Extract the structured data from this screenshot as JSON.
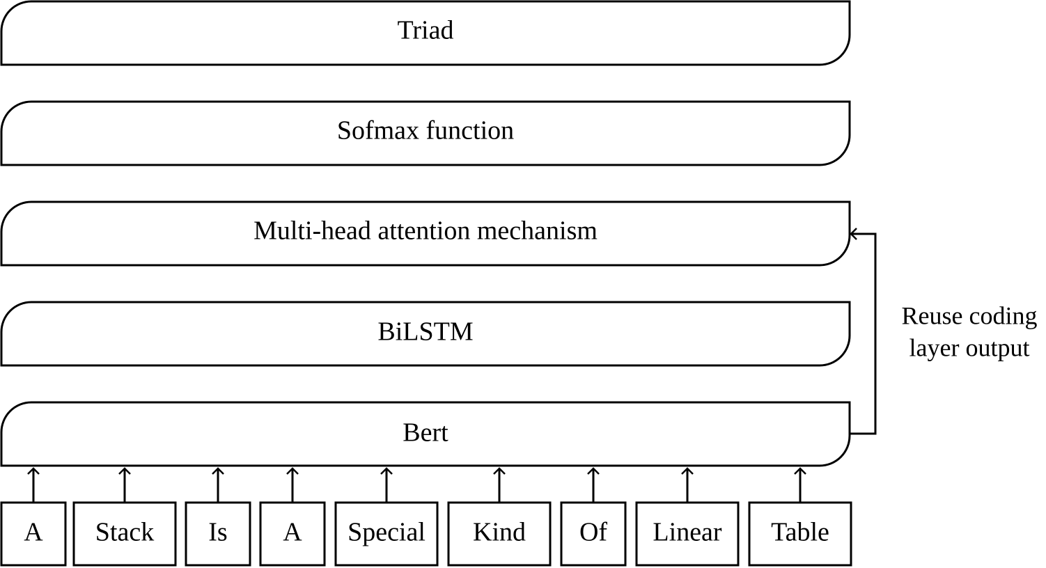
{
  "layers": [
    {
      "id": "triad",
      "label": "Triad"
    },
    {
      "id": "softmax",
      "label": "Sofmax function"
    },
    {
      "id": "attention",
      "label": "Multi-head attention mechanism"
    },
    {
      "id": "bilstm",
      "label": "BiLSTM"
    },
    {
      "id": "bert",
      "label": "Bert"
    }
  ],
  "tokens": [
    "A",
    "Stack",
    "Is",
    "A",
    "Special",
    "Kind",
    "Of",
    "Linear",
    "Table"
  ],
  "reuse_annotation": {
    "line1": "Reuse coding",
    "line2": "layer output"
  },
  "colors": {
    "stroke": "#000000",
    "background": "#ffffff"
  }
}
